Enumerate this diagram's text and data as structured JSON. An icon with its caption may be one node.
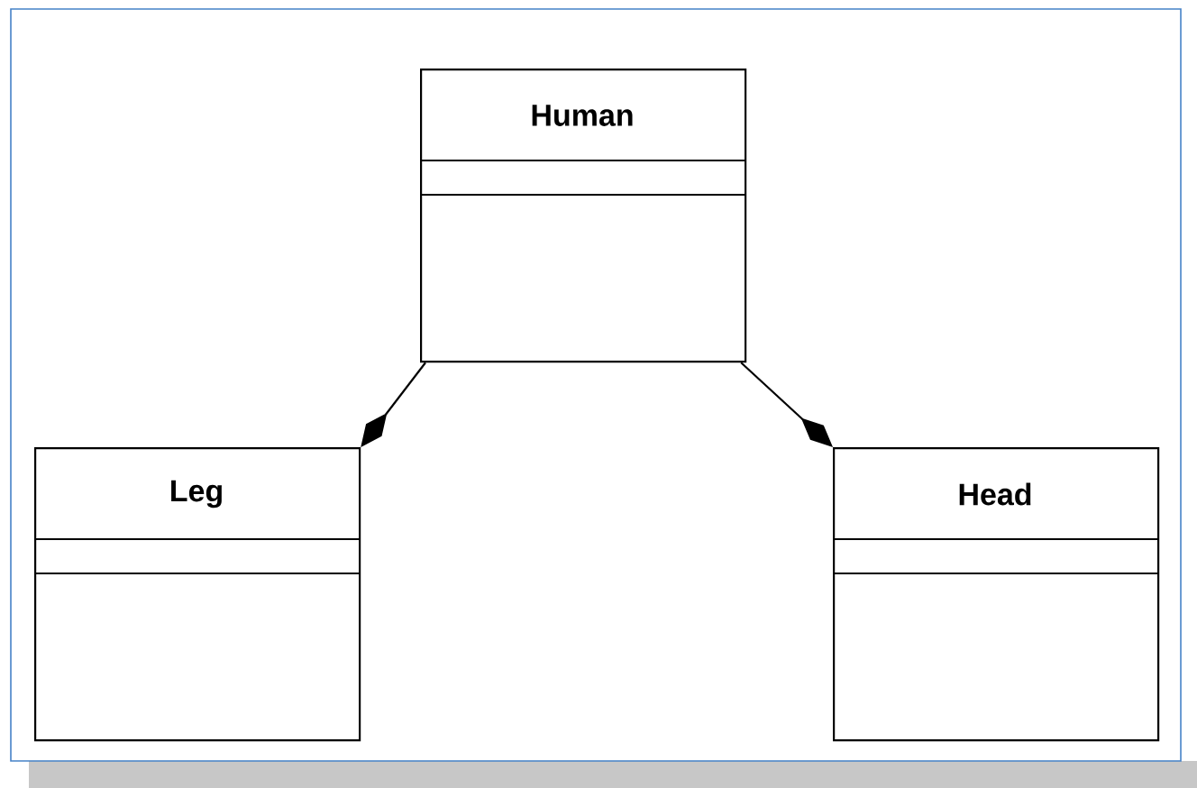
{
  "diagram": {
    "nodes": [
      {
        "text": [
          "Human"
        ]
      },
      {
        "text": [
          "Leg"
        ]
      },
      {
        "text": [
          "Head"
        ]
      }
    ],
    "edges": [
      {
        "from": 0,
        "to": 1,
        "arrow": "other"
      },
      {
        "from": 0,
        "to": 2,
        "arrow": "other"
      }
    ]
  }
}
